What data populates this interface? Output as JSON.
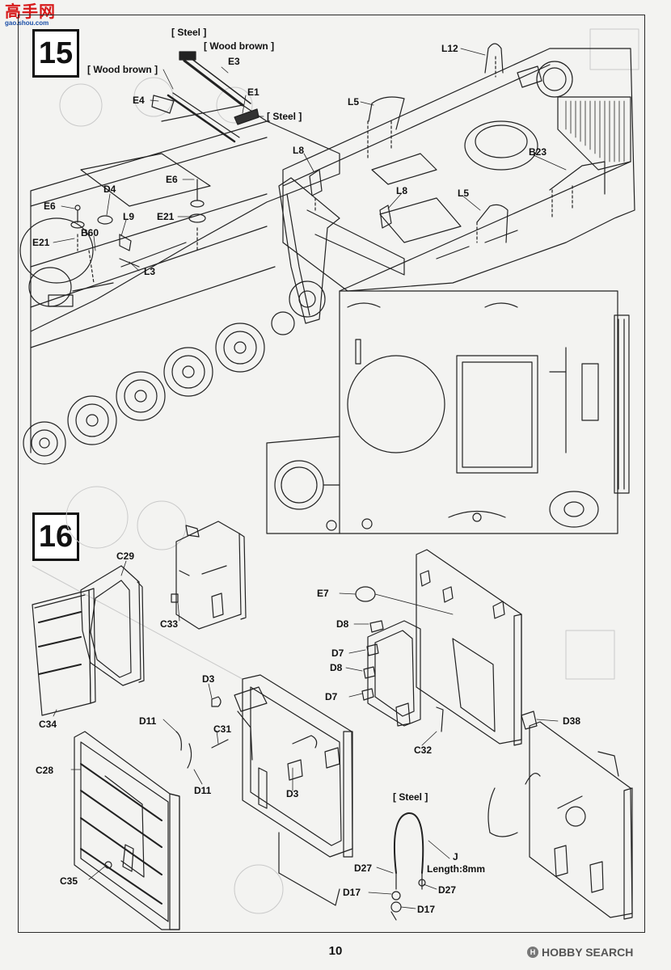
{
  "watermark_top": {
    "text": "高手网",
    "url": "gao.shou.com"
  },
  "steps": [
    {
      "number": "15"
    },
    {
      "number": "16"
    }
  ],
  "step15_labels": {
    "steel_1": "[ Steel ]",
    "wood_brown_1": "[ Wood brown ]",
    "e3": "E3",
    "wood_brown_2": "[ Wood brown ]",
    "e1": "E1",
    "steel_2": "[ Steel ]",
    "e4": "E4",
    "e6_a": "E6",
    "e6_b": "E6",
    "d4": "D4",
    "l9": "L9",
    "e21_a": "E21",
    "e21_b": "E21",
    "b60": "B60",
    "l3": "L3",
    "l12": "L12",
    "l5_a": "L5",
    "l5_b": "L5",
    "l8_a": "L8",
    "l8_b": "L8",
    "b23": "B23"
  },
  "step16_labels": {
    "c29": "C29",
    "c33": "C33",
    "c34": "C34",
    "c28": "C28",
    "c35": "C35",
    "d3_a": "D3",
    "d3_b": "D3",
    "d11_a": "D11",
    "d11_b": "D11",
    "c31": "C31",
    "e7": "E7",
    "d8_a": "D8",
    "d8_b": "D8",
    "d7_a": "D7",
    "d7_b": "D7",
    "c32": "C32",
    "d38": "D38",
    "steel": "[ Steel ]",
    "j": "J",
    "length": "Length:8mm",
    "d27_a": "D27",
    "d27_b": "D27",
    "d17_a": "D17",
    "d17_b": "D17"
  },
  "footer": {
    "page_number": "10",
    "brand": "HOBBY SEARCH"
  }
}
